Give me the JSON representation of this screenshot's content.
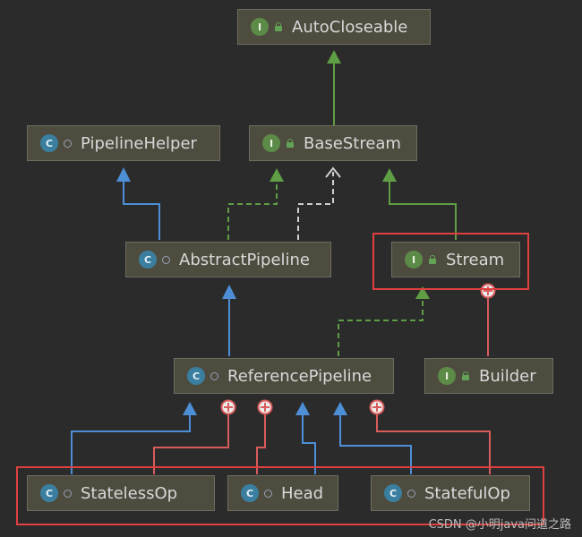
{
  "nodes": {
    "auto_closeable": {
      "label": "AutoCloseable",
      "kind": "interface",
      "badge": "I"
    },
    "base_stream": {
      "label": "BaseStream",
      "kind": "interface",
      "badge": "I"
    },
    "pipeline_helper": {
      "label": "PipelineHelper",
      "kind": "abstract-class",
      "badge": "C"
    },
    "abstract_pipeline": {
      "label": "AbstractPipeline",
      "kind": "abstract-class",
      "badge": "C"
    },
    "stream": {
      "label": "Stream",
      "kind": "interface",
      "badge": "I"
    },
    "reference_pipeline": {
      "label": "ReferencePipeline",
      "kind": "abstract-class",
      "badge": "C"
    },
    "builder": {
      "label": "Builder",
      "kind": "interface",
      "badge": "I"
    },
    "stateless_op": {
      "label": "StatelessOp",
      "kind": "abstract-class",
      "badge": "C"
    },
    "head": {
      "label": "Head",
      "kind": "class",
      "badge": "C"
    },
    "stateful_op": {
      "label": "StatefulOp",
      "kind": "abstract-class",
      "badge": "C"
    }
  },
  "edges": [
    {
      "from": "base_stream",
      "to": "auto_closeable",
      "type": "extends-interface"
    },
    {
      "from": "abstract_pipeline",
      "to": "pipeline_helper",
      "type": "extends"
    },
    {
      "from": "abstract_pipeline",
      "to": "base_stream",
      "type": "implements"
    },
    {
      "from": "abstract_pipeline",
      "to": "base_stream",
      "type": "implements-dashed-white"
    },
    {
      "from": "stream",
      "to": "base_stream",
      "type": "extends-interface"
    },
    {
      "from": "reference_pipeline",
      "to": "abstract_pipeline",
      "type": "extends"
    },
    {
      "from": "reference_pipeline",
      "to": "stream",
      "type": "implements"
    },
    {
      "from": "builder",
      "to": "stream",
      "type": "inner"
    },
    {
      "from": "stateless_op",
      "to": "reference_pipeline",
      "type": "extends"
    },
    {
      "from": "stateless_op",
      "to": "reference_pipeline",
      "type": "inner"
    },
    {
      "from": "head",
      "to": "reference_pipeline",
      "type": "extends"
    },
    {
      "from": "head",
      "to": "reference_pipeline",
      "type": "inner"
    },
    {
      "from": "stateful_op",
      "to": "reference_pipeline",
      "type": "extends"
    },
    {
      "from": "stateful_op",
      "to": "reference_pipeline",
      "type": "inner"
    }
  ],
  "colors": {
    "background": "#2b2b2b",
    "node_fill": "#4d4c3f",
    "extends_arrow": "#4d8fd6",
    "implements_arrow": "#5f9e45",
    "inner_edge": "#d95c5c",
    "highlight": "#e0403f"
  },
  "watermark": "CSDN @小明java问道之路"
}
